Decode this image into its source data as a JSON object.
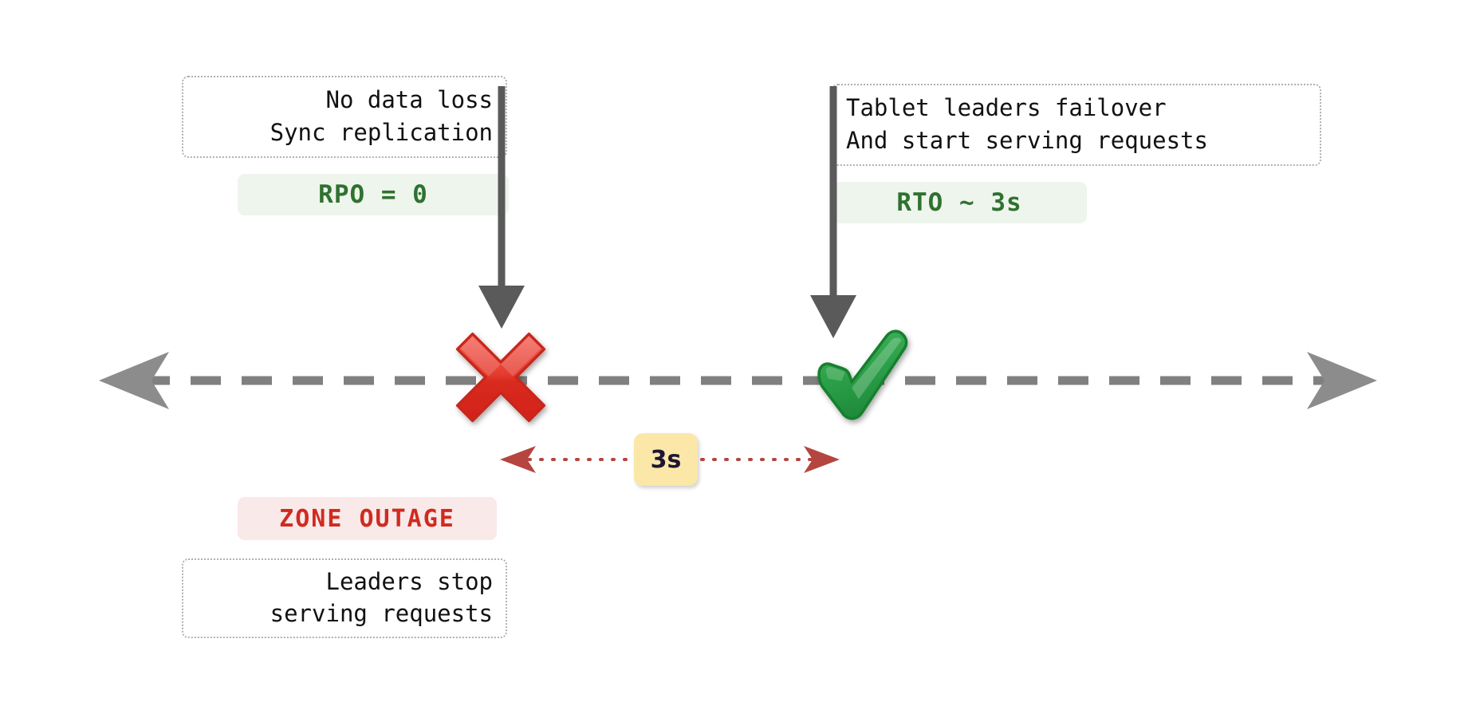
{
  "diagram": {
    "title": "Zone outage RPO/RTO timeline",
    "colors": {
      "timeline": "#808080",
      "arrow_connector": "#5a5a5a",
      "metric_text": "#2f7230",
      "metric_bg": "#eef5ec",
      "outage_text": "#cf2b20",
      "outage_bg": "#fae9e9",
      "duration_bg": "#fbe7a8",
      "duration_text": "#1c1633",
      "duration_line": "#b5453f",
      "note_border": "#b0b0b0",
      "failure_icon": "#e03127",
      "recovery_icon": "#2ba14b"
    }
  },
  "notes": {
    "rpo_note": {
      "line1": "No data loss",
      "line2": "Sync replication"
    },
    "rto_note": {
      "line1": "Tablet leaders failover",
      "line2": "And start serving requests"
    },
    "outage_note": {
      "line1": "Leaders stop",
      "line2": "serving requests"
    }
  },
  "metrics": {
    "rpo": "RPO = 0",
    "rto": "RTO ~ 3s"
  },
  "badges": {
    "outage": "ZONE OUTAGE",
    "duration": "3s"
  },
  "markers": {
    "failure": "cross-mark-icon",
    "recovery": "check-mark-icon"
  }
}
